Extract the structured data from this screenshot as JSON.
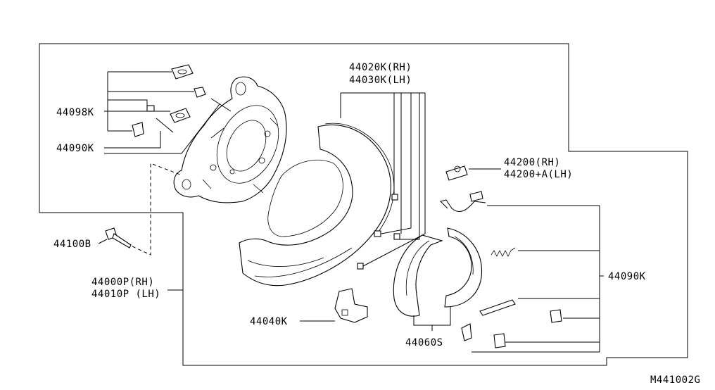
{
  "labels": {
    "spring_kit_upper": "44098K",
    "adjuster_kit_upper": "44090K",
    "bolt": "44100B",
    "plate_rh": "44000P(RH)",
    "plate_lh": "44010P (LH)",
    "shield_rh": "44020K(RH)",
    "shield_lh": "44030K(LH)",
    "cylinder_rh": "44200(RH)",
    "cylinder_lh": "44200+A(LH)",
    "hardware_kit_right": "44090K",
    "lever": "44040K",
    "shoe_set": "44060S",
    "figure_code": "M441002G"
  }
}
